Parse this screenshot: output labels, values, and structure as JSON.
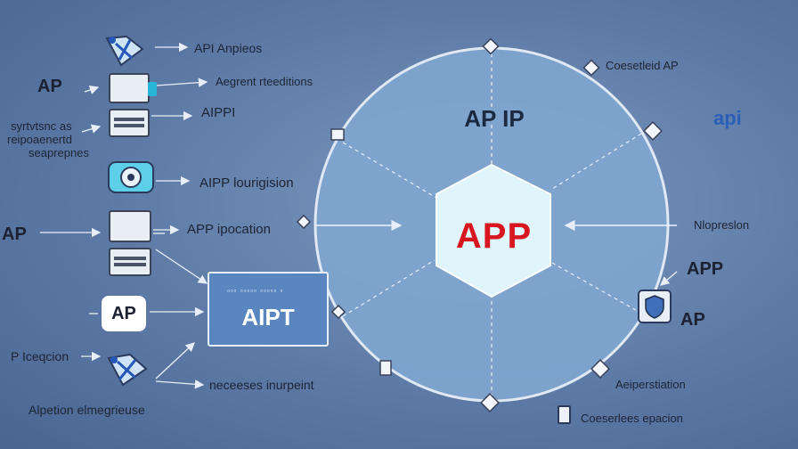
{
  "left_items": [
    {
      "label": "API Anpieos"
    },
    {
      "label": "Aegrent rteeditions"
    },
    {
      "label": "AIPPI"
    },
    {
      "label": "AIPP lourigision"
    },
    {
      "label": "APP ipocation"
    },
    {
      "label": "neceeses inurpeint"
    }
  ],
  "left_edge_labels": {
    "ap_top": "AP",
    "ap_mid": "AP",
    "multi_line": [
      "syrtvtsnc as",
      "reipoaenertd",
      "seaprepnes"
    ],
    "p_iceqcion": "P Iceqcion",
    "bottom": "Alpetion elmegrieuse"
  },
  "panel": {
    "title": "AIPT",
    "caption": "▫▫▫ ▫▫▫▫▫ ▫▫▫▫▫ ▫"
  },
  "badge": {
    "text": "AP"
  },
  "circle": {
    "title": "AP IP",
    "center": "APP"
  },
  "right_items": {
    "top": "Coesetleid AP",
    "api": "api",
    "mid": "Nlopreslon",
    "app": "APP",
    "ap": "AP",
    "lower": "Aeiperstiation",
    "bottom": "Coeserlees epacion"
  },
  "colors": {
    "center_text": "#d8161f",
    "circle_fill": "#7fa5cf",
    "api_blue": "#2a5fb8"
  }
}
